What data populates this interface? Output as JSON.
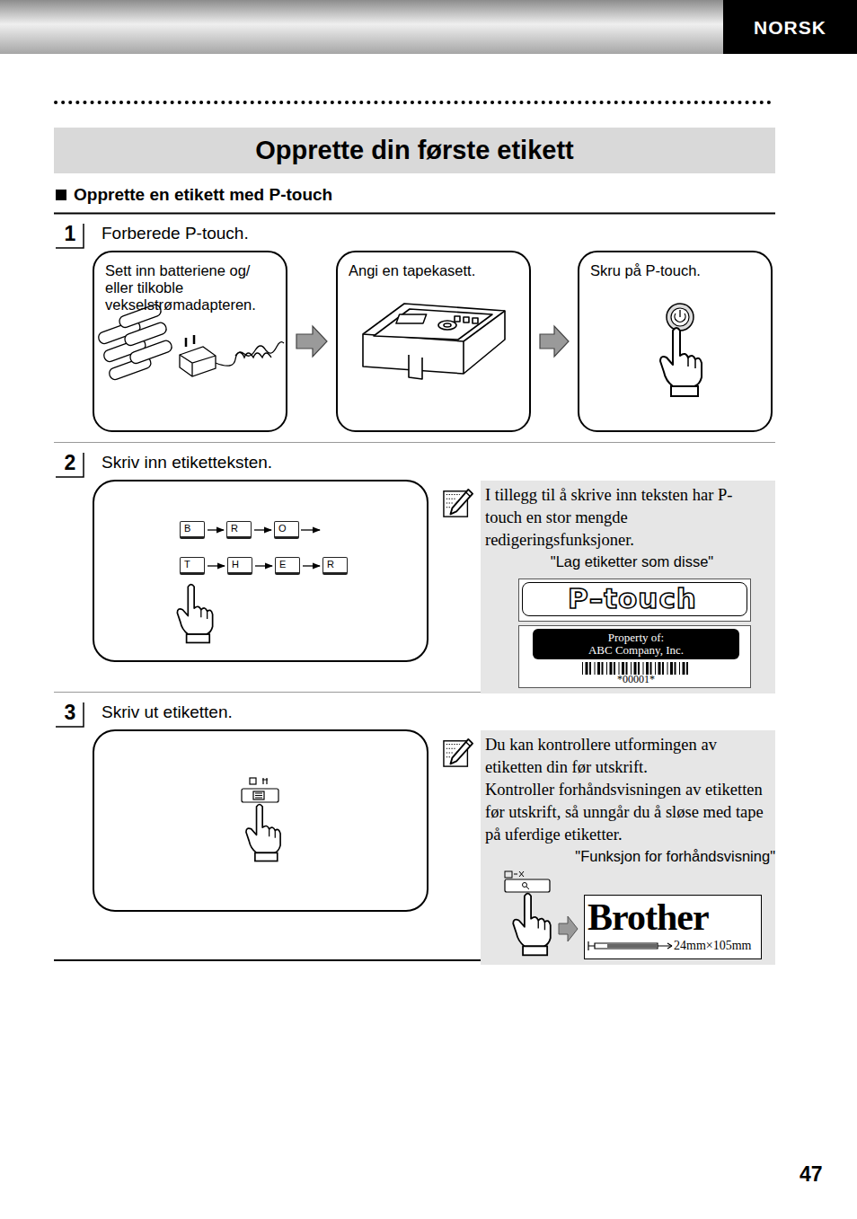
{
  "diagram": {
    "title": "Opprette din første etikett",
    "nodes": [
      {
        "text": [
          "Sett inn batteriene og/ eller tilkoble vekselstrømadapteren."
        ]
      },
      {
        "text": [
          "Angi en tapekasett."
        ]
      },
      {
        "text": [
          "Skru på P-touch."
        ]
      },
      {
        "text": [
          "B"
        ]
      },
      {
        "text": [
          "R"
        ]
      },
      {
        "text": [
          "O"
        ]
      },
      {
        "text": [
          "T"
        ]
      },
      {
        "text": [
          "H"
        ]
      },
      {
        "text": [
          "E"
        ]
      },
      {
        "text": [
          "R"
        ]
      },
      {
        "text": [
          "I tillegg til å skrive inn teksten har P- touch en stor mengde redigeringsfunksjoner.",
          "\"Lag etiketter som disse\""
        ]
      },
      {
        "text": [
          "P–touch"
        ],
        "in": 10
      },
      {
        "text": [
          "Property of:",
          "ABC Company, Inc.",
          "*00001*"
        ],
        "in": 10
      },
      {
        "text": [
          "Du kan kontrollere utformingen av etiketten din før utskrift.",
          "Kontroller forhåndsvisningen av etiketten før utskrift, så unngår du å sløse med tape på uferdige etiketter.",
          "\"Funksjon for forhåndsvisning\""
        ]
      },
      {
        "text": [
          "Brother",
          "24mm×105mm"
        ],
        "in": 13
      }
    ],
    "edges": [
      {
        "from": 0,
        "to": 1,
        "arrow": "to"
      },
      {
        "from": 1,
        "to": 2,
        "arrow": "to"
      },
      {
        "from": 3,
        "to": 4,
        "arrow": "to"
      },
      {
        "from": 4,
        "to": 5,
        "arrow": "to"
      },
      {
        "from": 6,
        "to": 7,
        "arrow": "to"
      },
      {
        "from": 7,
        "to": 8,
        "arrow": "to"
      },
      {
        "from": 8,
        "to": 9,
        "arrow": "to"
      }
    ],
    "labels": [
      "NORSK",
      "Opprette en etikett med P-touch",
      "1",
      "Forberede P-touch.",
      "2",
      "Skriv inn etiketteksten.",
      "3",
      "Skriv ut etiketten.",
      "47"
    ]
  }
}
